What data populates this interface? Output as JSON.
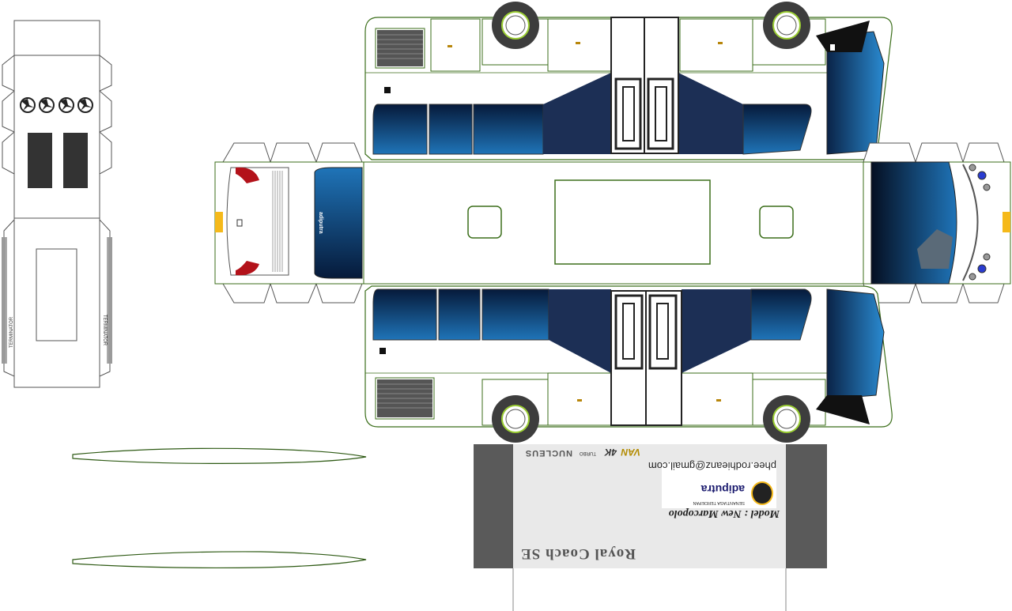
{
  "model": {
    "model_label": "Model : New Marcopolo",
    "email": "phee.rodhieanz@gmail.com",
    "brand": "adiputra",
    "brand_tagline": "SENANTIASA TERDEPAN",
    "headline_badge": "NUCLEUS",
    "turbo_label": "TURBO",
    "van_label": "VAN",
    "four_k": "4K",
    "royal_coach": "Royal Coach SE",
    "front_logo": "adiputra"
  },
  "roof": {
    "side_text_left": "TERMINATOR",
    "side_text_right": "TERMINATOR"
  },
  "colors": {
    "outline": "#3b6e1a",
    "glass_dark": "#0b2a55",
    "glass_blue": "#1f74b8",
    "panel_navy": "#1c2f55",
    "roof_gray": "#9a9a9a",
    "base_gray": "#5a5a5a",
    "light_amber": "#f5b91a",
    "tail_red": "#b3121a"
  }
}
